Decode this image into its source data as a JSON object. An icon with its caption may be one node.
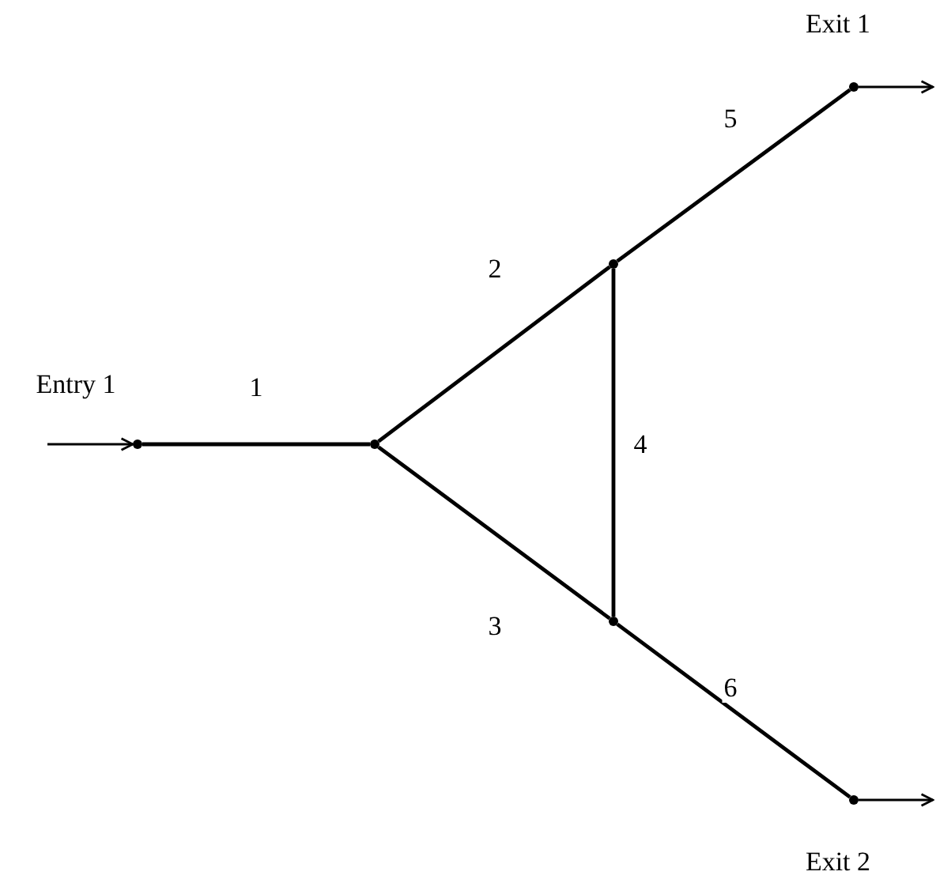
{
  "diagram": {
    "nodes": [
      {
        "text": [],
        "shape": "circle",
        "beside": [
          "Entry 1"
        ]
      },
      {
        "text": [],
        "shape": "circle"
      },
      {
        "text": [],
        "shape": "circle"
      },
      {
        "text": [],
        "shape": "circle"
      },
      {
        "text": [],
        "shape": "circle",
        "beside": [
          "Exit 1"
        ]
      },
      {
        "text": [],
        "shape": "circle",
        "beside": [
          "Exit 2"
        ]
      }
    ],
    "edges": [
      {
        "from": null,
        "to": 0,
        "arrow": "to"
      },
      {
        "from": 0,
        "to": 1,
        "arrow": "none",
        "label": "1"
      },
      {
        "from": 1,
        "to": 2,
        "arrow": "none",
        "label": "2"
      },
      {
        "from": 1,
        "to": 3,
        "arrow": "none",
        "label": "3"
      },
      {
        "from": 2,
        "to": 3,
        "arrow": "none",
        "label": "4"
      },
      {
        "from": 2,
        "to": 4,
        "arrow": "none",
        "label": "5"
      },
      {
        "from": 3,
        "to": 5,
        "arrow": "none",
        "label": "6"
      },
      {
        "from": 4,
        "to": null,
        "arrow": "to"
      },
      {
        "from": 5,
        "to": null,
        "arrow": "to"
      }
    ]
  }
}
